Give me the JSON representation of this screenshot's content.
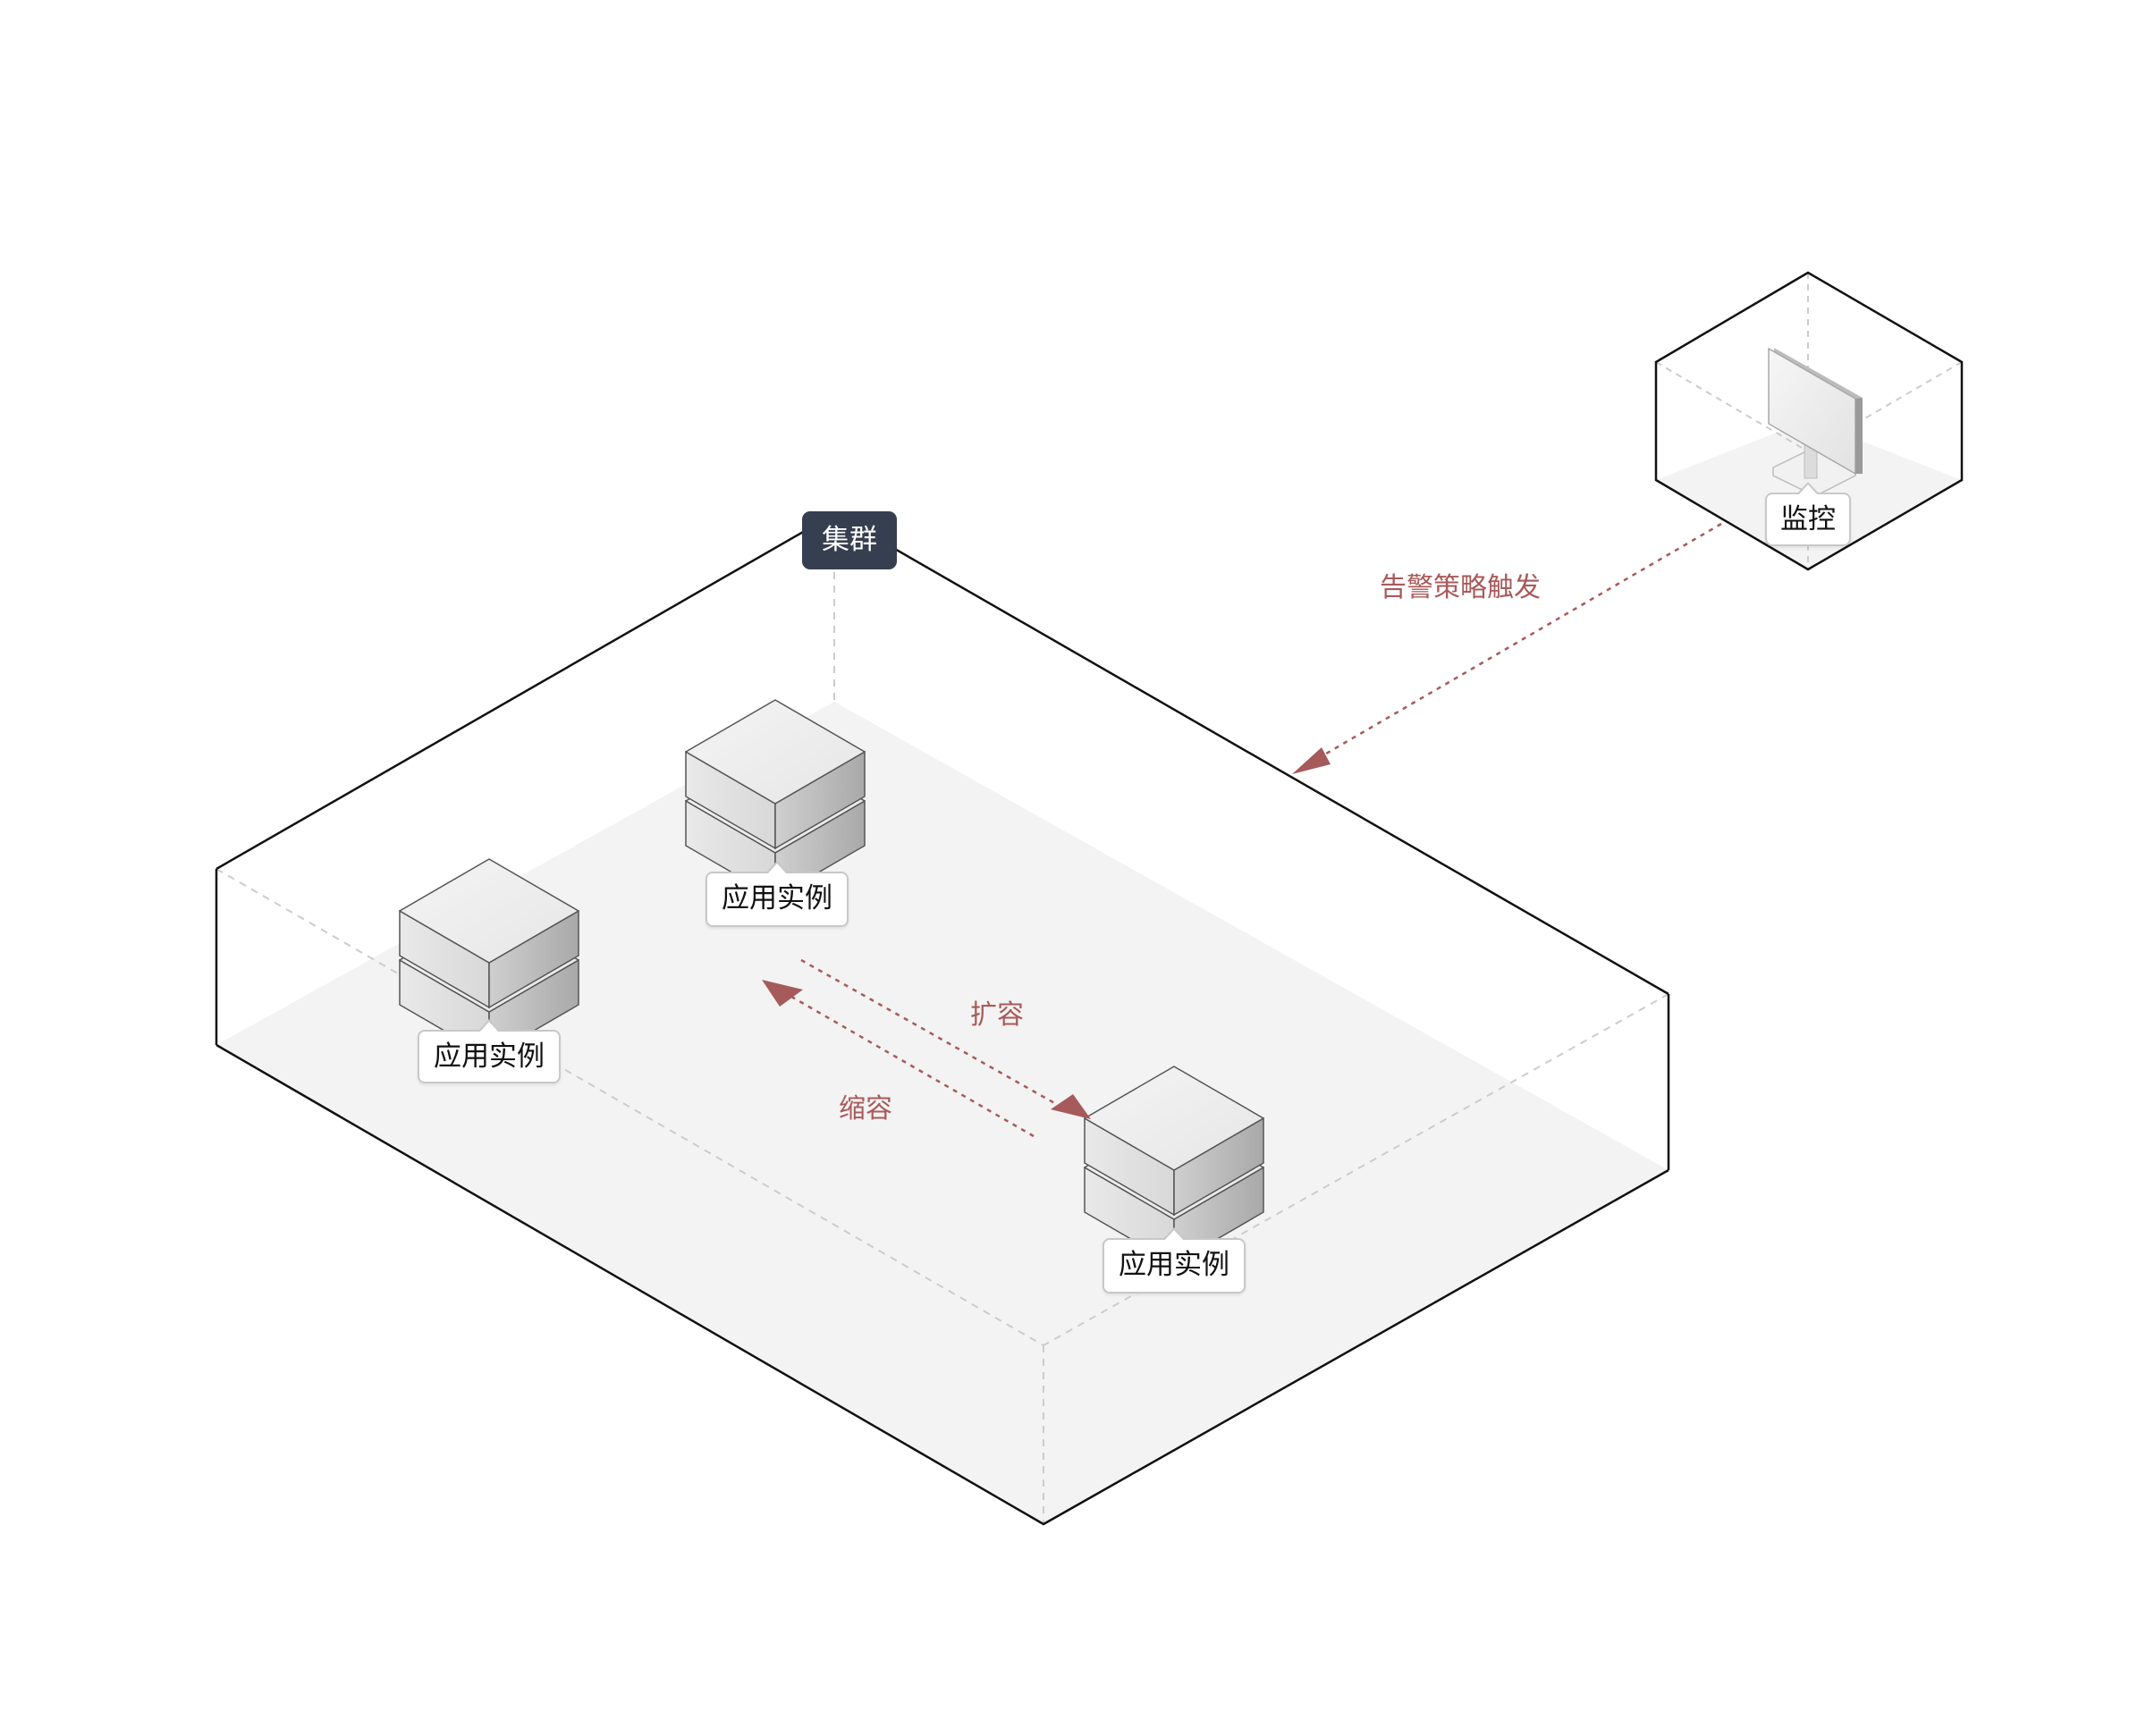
{
  "cluster": {
    "label": "集群"
  },
  "monitor": {
    "label": "监控"
  },
  "instances": [
    {
      "label": "应用实例"
    },
    {
      "label": "应用实例"
    },
    {
      "label": "应用实例"
    }
  ],
  "arrows": {
    "alert": "告警策略触发",
    "scale_out": "扩容",
    "scale_in": "缩容"
  },
  "colors": {
    "accent_red": "#a65a5a",
    "cluster_tag_bg": "#363f4f",
    "floor": "#f3f3f3",
    "edge": "#111111",
    "dashed_guide": "#cccccc"
  }
}
